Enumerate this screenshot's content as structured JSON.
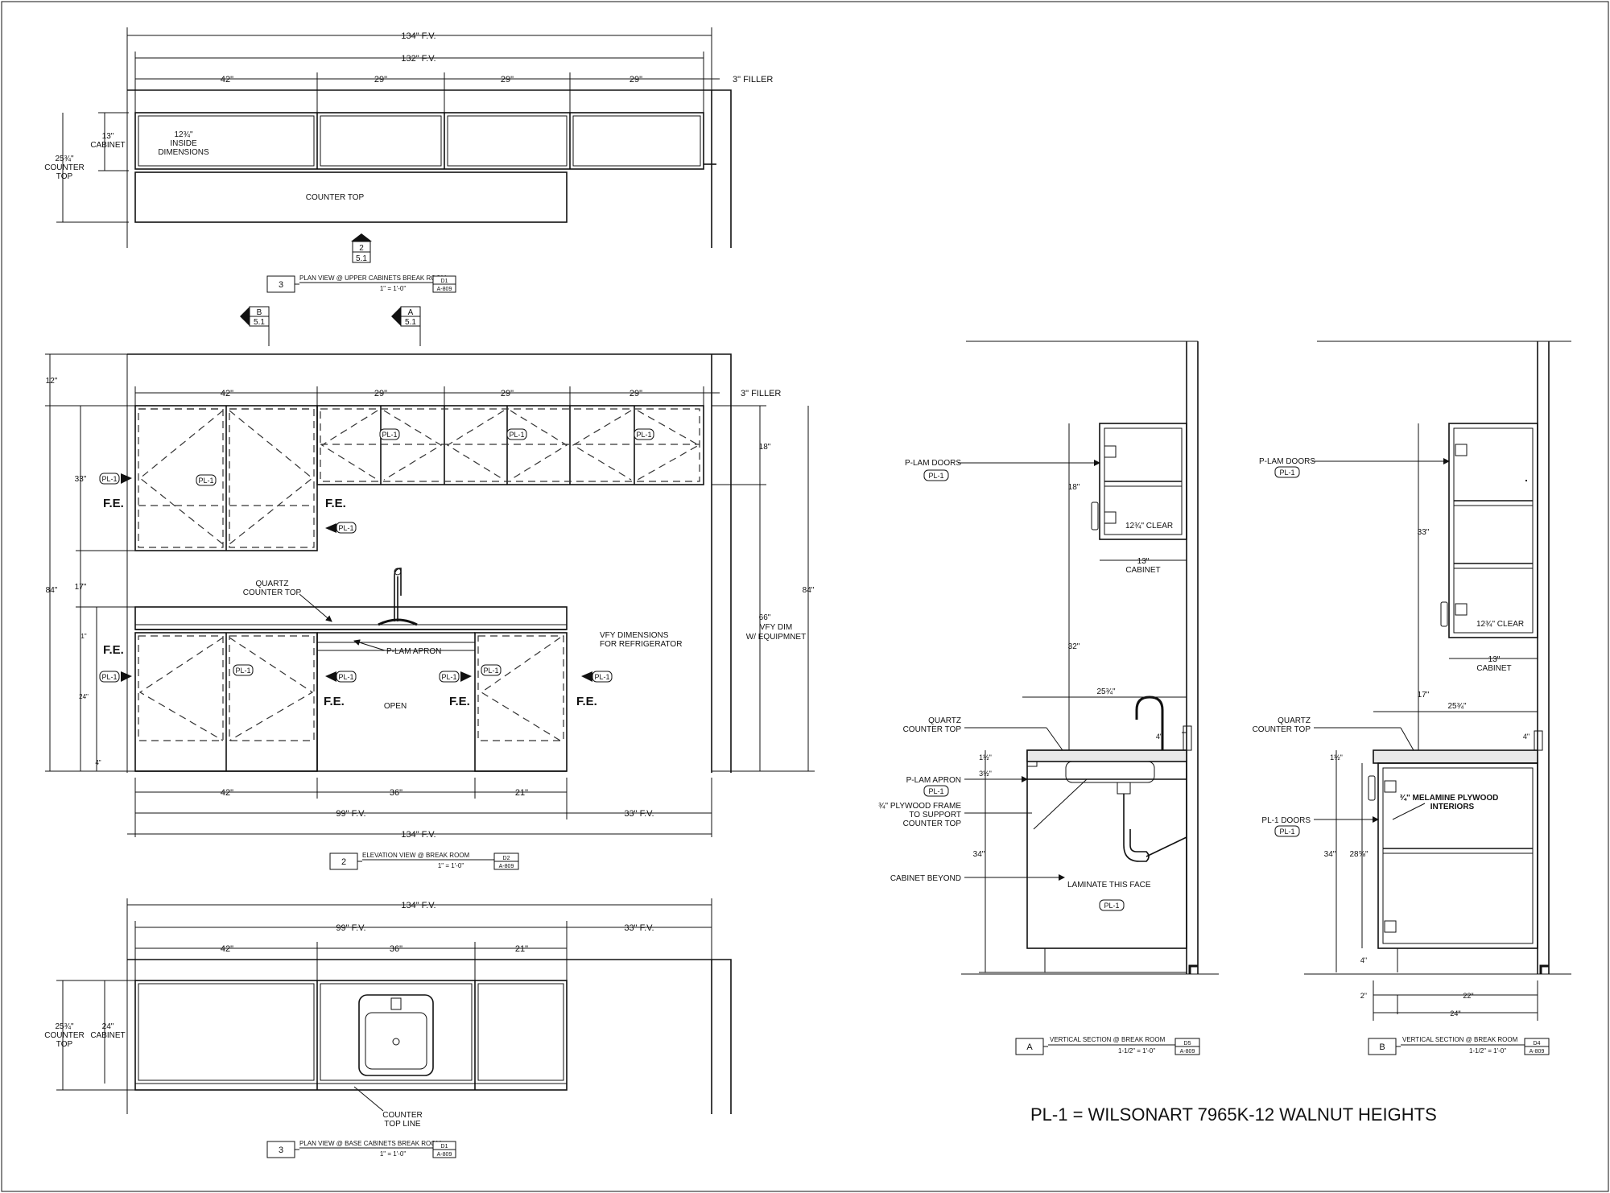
{
  "plan_upper": {
    "dims": {
      "overall": "134\" F.V.",
      "fv": "132\" F.V.",
      "w42": "42\"",
      "w29a": "29\"",
      "w29b": "29\"",
      "w29c": "29\"",
      "filler": "3\" FILLER"
    },
    "cabinet_depth": "13\"",
    "cabinet_word": "CABINET",
    "counter_depth": "25¾\"",
    "counter_word": "COUNTER",
    "top_word": "TOP",
    "inside_dim": "12¾\"",
    "inside_word": "INSIDE",
    "dimensions_word": "DIMENSIONS",
    "counter_top": "COUNTER TOP",
    "section_marker": {
      "num": "2",
      "sheet": "5.1"
    },
    "title": {
      "num": "3",
      "label": "PLAN VIEW @ UPPER CABINETS BREAK ROOM",
      "scale": "1\" = 1'-0\"",
      "ref_top": "D1",
      "ref_bottom": "A-809"
    }
  },
  "section_markers": [
    {
      "num": "B",
      "sheet": "5.1"
    },
    {
      "num": "A",
      "sheet": "5.1"
    }
  ],
  "elevation": {
    "top": {
      "w42": "42\"",
      "w29a": "29\"",
      "w29b": "29\"",
      "w29c": "29\"",
      "filler": "3\" FILLER"
    },
    "left": {
      "gap": "12\"",
      "upper": "33\"",
      "total": "84\"",
      "mid": "17\"",
      "small": "1\"",
      "base": "24\"",
      "toe": "4\""
    },
    "right": {
      "upper": "18\"",
      "total": "84\"",
      "vfy": "66\"",
      "vfy_line1": "VFY DIM",
      "vfy_line2": "W/ EQUIPMNET"
    },
    "tag": "PL-1",
    "fe": "F.E.",
    "quartz_line1": "QUARTZ",
    "quartz_line2": "COUNTER TOP",
    "apron": "P-LAM APRON",
    "open": "OPEN",
    "vfy_note1": "VFY DIMENSIONS",
    "vfy_note2": "FOR REFRIGERATOR",
    "bottom": {
      "w42": "42\"",
      "w36": "36\"",
      "w21": "21\"",
      "fv99": "99\" F.V.",
      "fv33": "33\" F.V.",
      "overall": "134\" F.V."
    },
    "title": {
      "num": "2",
      "label": "ELEVATION VIEW @ BREAK ROOM",
      "scale": "1\" = 1'-0\"",
      "ref_top": "D2",
      "ref_bottom": "A-809"
    }
  },
  "plan_base": {
    "dims": {
      "overall": "134\" F.V.",
      "fv99": "99\" F.V.",
      "fv33": "33\" F.V.",
      "w42": "42\"",
      "w36": "36\"",
      "w21": "21\""
    },
    "counter_depth": "25¾\"",
    "counter_word": "COUNTER",
    "top_word": "TOP",
    "cabinet_depth": "24\"",
    "cabinet_word": "CABINET",
    "line1": "COUNTER",
    "line2": "TOP LINE",
    "title": {
      "num": "3",
      "label": "PLAN VIEW @ BASE CABINETS BREAK ROOM",
      "scale": "1\" = 1'-0\"",
      "ref_top": "D1",
      "ref_bottom": "A-809"
    }
  },
  "section_a": {
    "plam_doors": "P-LAM DOORS",
    "tag": "PL-1",
    "upper": "18\"",
    "clear": "12¾\" CLEAR",
    "cab_depth": "13\"",
    "cab_word": "CABINET",
    "gap": "32\"",
    "counter": "25¾\"",
    "quartz1": "QUARTZ",
    "quartz2": "COUNTER TOP",
    "dim_a": "1½\"",
    "dim_b": "3½\"",
    "faucet": "4\"",
    "apron": "P-LAM APRON",
    "frame1": "¾\" PLYWOOD FRAME",
    "frame2": "TO SUPPORT",
    "frame3": "COUNTER TOP",
    "height": "34\"",
    "beyond": "CABINET BEYOND",
    "laminate": "LAMINATE THIS FACE",
    "title": {
      "num": "A",
      "label": "VERTICAL SECTION @ BREAK ROOM",
      "scale": "1-1/2\" = 1'-0\"",
      "ref_top": "D5",
      "ref_bottom": "A-809"
    }
  },
  "section_b": {
    "plam_doors": "P-LAM DOORS",
    "tag": "PL-1",
    "upper": "33\"",
    "clear": "12¾\" CLEAR",
    "cab_depth": "13\"",
    "cab_word": "CABINET",
    "gap": "17\"",
    "counter": "25¾\"",
    "quartz1": "QUARTZ",
    "quartz2": "COUNTER TOP",
    "dim_a": "1½\"",
    "faucet": "4\"",
    "melamine1": "¾\" MELAMINE PLYWOOD",
    "melamine2": "INTERIORS",
    "doors": "PL-1 DOORS",
    "height": "34\"",
    "inner": "28⅝\"",
    "toe": "4\"",
    "b2": "2\"",
    "b22": "22\"",
    "b24": "24\"",
    "title": {
      "num": "B",
      "label": "VERTICAL SECTION @ BREAK ROOM",
      "scale": "1-1/2\" = 1'-0\"",
      "ref_top": "D4",
      "ref_bottom": "A-809"
    }
  },
  "legend": "PL-1  = WILSONART 7965K-12 WALNUT HEIGHTS"
}
